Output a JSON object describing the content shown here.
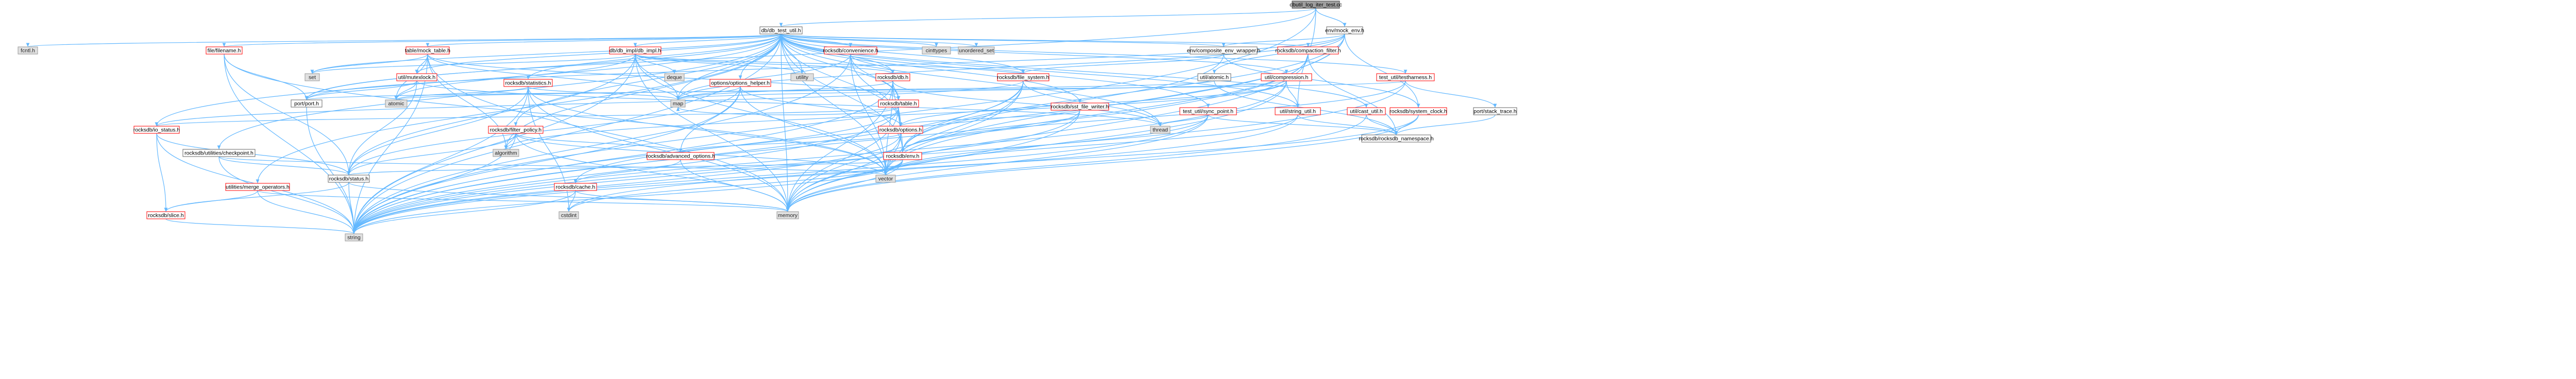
{
  "graph": {
    "title": "dbutil_log_iter_test.cc",
    "arrow_color": "#63b8ff",
    "node_styles": {
      "root": {
        "fill": "#9e9e9e",
        "stroke": "#444444"
      },
      "documented": {
        "fill": "#ffffff",
        "stroke": "#ff0000"
      },
      "external": {
        "fill": "#e0e0e0",
        "stroke": "#999999"
      },
      "plain": {
        "fill": "#ffffff",
        "stroke": "#666666"
      }
    },
    "nodes": [
      {
        "id": "root",
        "label": "dbutil_log_iter_test.cc",
        "style": "root"
      },
      {
        "id": "db_test_util",
        "label": "db/db_test_util.h",
        "style": "plain"
      },
      {
        "id": "mock_env",
        "label": "env/mock_env.h",
        "style": "plain"
      },
      {
        "id": "fcntl",
        "label": "fcntl.h",
        "style": "external"
      },
      {
        "id": "file_filename",
        "label": "file/filename.h",
        "style": "red"
      },
      {
        "id": "table_mock",
        "label": "table/mock_table.h",
        "style": "red"
      },
      {
        "id": "dbimpl",
        "label": "db/db_impl/db_impl.h",
        "style": "red"
      },
      {
        "id": "convenience",
        "label": "rocksdb/convenience.h",
        "style": "red"
      },
      {
        "id": "cinttypes",
        "label": "cinttypes",
        "style": "external"
      },
      {
        "id": "unordered_set",
        "label": "unordered_set",
        "style": "external"
      },
      {
        "id": "composite_env",
        "label": "env/composite_env_wrapper.h",
        "style": "plain"
      },
      {
        "id": "compaction_filter",
        "label": "rocksdb/compaction_filter.h",
        "style": "red"
      },
      {
        "id": "util_mutexlock",
        "label": "util/mutexlock.h",
        "style": "red"
      },
      {
        "id": "set",
        "label": "set",
        "style": "external"
      },
      {
        "id": "utility",
        "label": "utility",
        "style": "external"
      },
      {
        "id": "deque",
        "label": "deque",
        "style": "external"
      },
      {
        "id": "rocksdb_db",
        "label": "rocksdb/db.h",
        "style": "red"
      },
      {
        "id": "file_system",
        "label": "rocksdb/file_system.h",
        "style": "red"
      },
      {
        "id": "util_atomic",
        "label": "util/atomic.h",
        "style": "plain"
      },
      {
        "id": "util_compression",
        "label": "util/compression.h",
        "style": "red"
      },
      {
        "id": "testharness",
        "label": "test_util/testharness.h",
        "style": "red"
      },
      {
        "id": "options_helper",
        "label": "options/options_helper.h",
        "style": "red"
      },
      {
        "id": "rocksdb_statistics",
        "label": "rocksdb/statistics.h",
        "style": "red"
      },
      {
        "id": "atomic",
        "label": "atomic",
        "style": "external"
      },
      {
        "id": "map",
        "label": "map",
        "style": "external"
      },
      {
        "id": "port_port",
        "label": "port/port.h",
        "style": "plain"
      },
      {
        "id": "rocksdb_table",
        "label": "rocksdb/table.h",
        "style": "red"
      },
      {
        "id": "sst_file_writer",
        "label": "rocksdb/sst_file_writer.h",
        "style": "red"
      },
      {
        "id": "sync_point",
        "label": "test_util/sync_point.h",
        "style": "red"
      },
      {
        "id": "string_util",
        "label": "util/string_util.h",
        "style": "red"
      },
      {
        "id": "cast_util",
        "label": "util/cast_util.h",
        "style": "red"
      },
      {
        "id": "system_clock",
        "label": "rocksdb/system_clock.h",
        "style": "red"
      },
      {
        "id": "stack_trace",
        "label": "port/stack_trace.h",
        "style": "plain"
      },
      {
        "id": "io_status",
        "label": "rocksdb/io_status.h",
        "style": "red"
      },
      {
        "id": "filter_policy",
        "label": "rocksdb/filter_policy.h",
        "style": "red"
      },
      {
        "id": "thread",
        "label": "thread",
        "style": "external"
      },
      {
        "id": "rocksdb_options",
        "label": "rocksdb/options.h",
        "style": "red"
      },
      {
        "id": "rocksdb_namespace",
        "label": "rocksdb/rocksdb_namespace.h",
        "style": "plain"
      },
      {
        "id": "checkpoint",
        "label": "rocksdb/utilities/checkpoint.h",
        "style": "plain"
      },
      {
        "id": "algorithm",
        "label": "algorithm",
        "style": "external"
      },
      {
        "id": "advanced_options",
        "label": "rocksdb/advanced_options.h",
        "style": "red"
      },
      {
        "id": "rocksdb_env",
        "label": "rocksdb/env.h",
        "style": "red"
      },
      {
        "id": "merge_operators",
        "label": "utilities/merge_operators.h",
        "style": "red"
      },
      {
        "id": "rocksdb_status",
        "label": "rocksdb/status.h",
        "style": "plain"
      },
      {
        "id": "rocksdb_cache",
        "label": "rocksdb/cache.h",
        "style": "red"
      },
      {
        "id": "vector",
        "label": "vector",
        "style": "external"
      },
      {
        "id": "rocksdb_slice",
        "label": "rocksdb/slice.h",
        "style": "red"
      },
      {
        "id": "cstdint",
        "label": "cstdint",
        "style": "external"
      },
      {
        "id": "memory",
        "label": "memory",
        "style": "external"
      },
      {
        "id": "string",
        "label": "string",
        "style": "external"
      }
    ]
  }
}
